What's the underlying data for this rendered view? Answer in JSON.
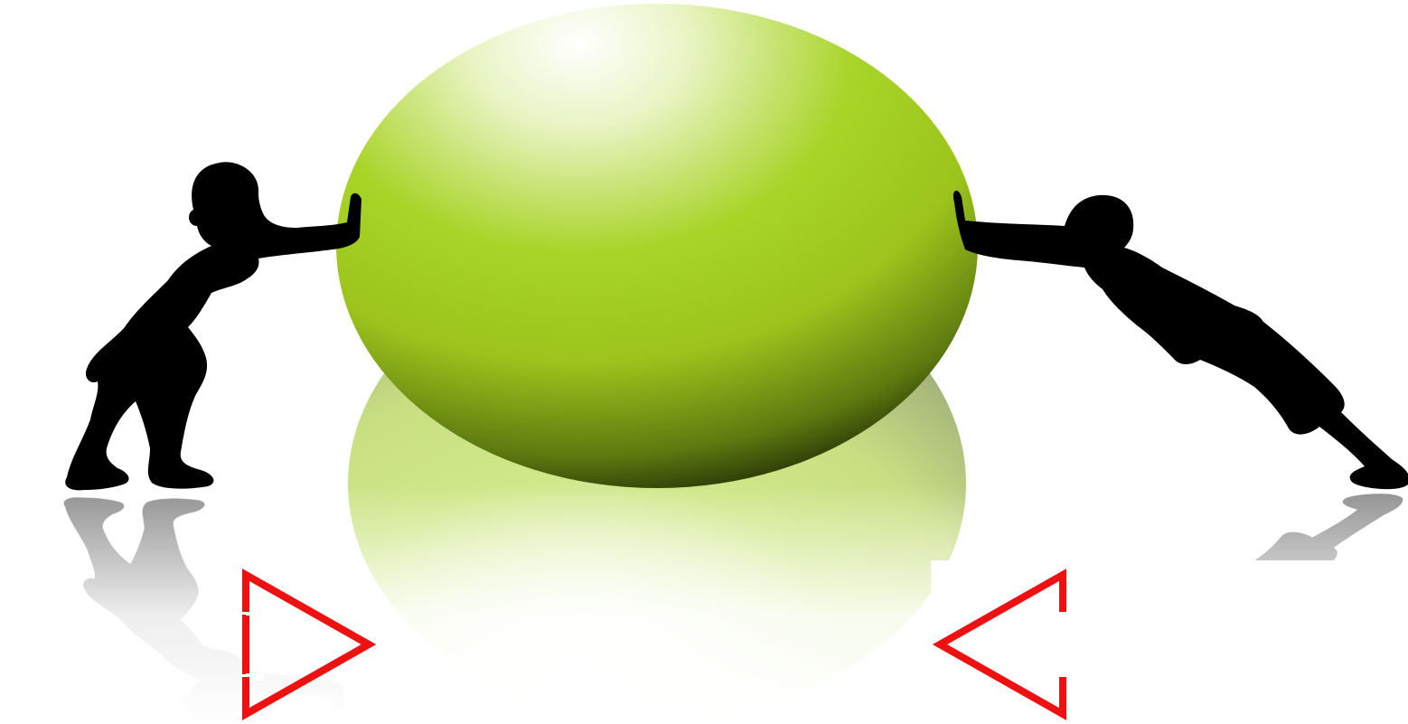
{
  "scene": {
    "background_color": "#ffffff",
    "ball": {
      "icon": "green-ball",
      "highlight_color": "#ffffff",
      "mid_color": "#a8d428",
      "base_color": "#9cc41c",
      "shadow_color": "#1f2a05"
    },
    "left_figure": {
      "icon": "child-silhouette-pushing-right",
      "color": "#000000"
    },
    "right_figure": {
      "icon": "child-silhouette-pushing-left",
      "color": "#000000"
    },
    "left_arrow": {
      "icon": "outline-arrow-right",
      "stroke_color": "#ee1111"
    },
    "right_arrow": {
      "icon": "outline-arrow-left",
      "stroke_color": "#ee1111"
    },
    "reflection": {
      "present": true
    }
  }
}
